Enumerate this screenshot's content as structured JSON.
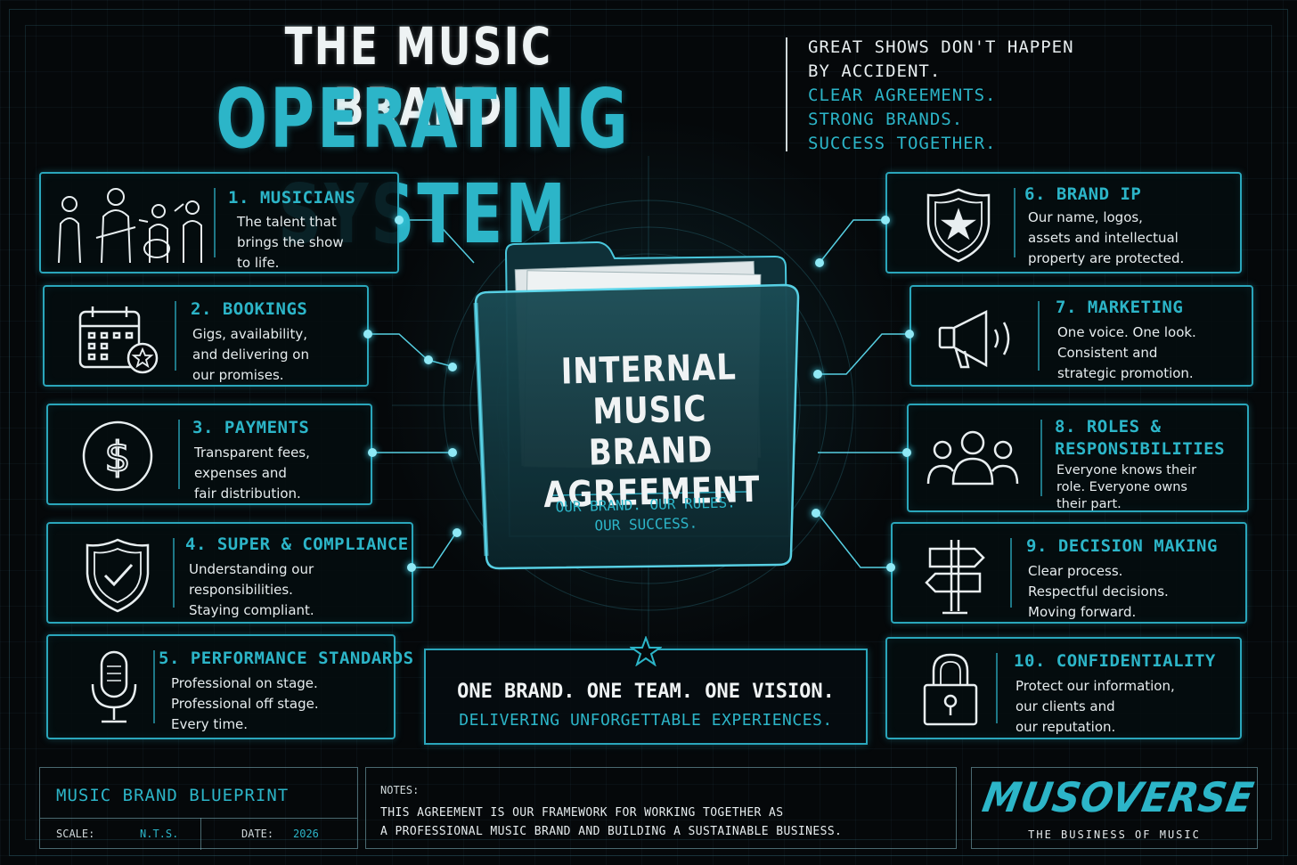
{
  "header": {
    "title_line1": "THE MUSIC BRAND",
    "title_line2": "OPERATING SYSTEM",
    "tagline_white": [
      "GREAT SHOWS DON'T HAPPEN",
      "BY ACCIDENT."
    ],
    "tagline_teal": [
      "CLEAR AGREEMENTS.",
      "STRONG BRANDS.",
      "SUCCESS TOGETHER."
    ]
  },
  "center": {
    "title": [
      "INTERNAL",
      "MUSIC BRAND",
      "AGREEMENT"
    ],
    "subtitle": [
      "OUR BRAND. OUR RULES.",
      "OUR SUCCESS."
    ]
  },
  "left_cards": [
    {
      "heading": "1. MUSICIANS",
      "body": "The talent that\nbrings the show\nto life.",
      "icon": "band-silhouette-icon"
    },
    {
      "heading": "2. BOOKINGS",
      "body": "Gigs, availability,\nand delivering on\nour promises.",
      "icon": "calendar-star-icon"
    },
    {
      "heading": "3. PAYMENTS",
      "body": "Transparent fees,\nexpenses and\nfair distribution.",
      "icon": "dollar-coin-icon"
    },
    {
      "heading": "4. SUPER & COMPLIANCE",
      "body": "Understanding our\nresponsibilities.\nStaying compliant.",
      "icon": "shield-check-icon"
    },
    {
      "heading": "5. PERFORMANCE STANDARDS",
      "body": "Professional on stage.\nProfessional off stage.\nEvery time.",
      "icon": "microphone-icon"
    }
  ],
  "right_cards": [
    {
      "heading": "6. BRAND IP",
      "body": "Our name, logos,\nassets and intellectual\nproperty are protected.",
      "icon": "shield-star-icon"
    },
    {
      "heading": "7. MARKETING",
      "body": "One voice. One look.\nConsistent and\nstrategic promotion.",
      "icon": "megaphone-icon"
    },
    {
      "heading": "8. ROLES &\nRESPONSIBILITIES",
      "body": "Everyone knows their\nrole. Everyone owns\ntheir part.",
      "icon": "team-icon"
    },
    {
      "heading": "9. DECISION MAKING",
      "body": "Clear process.\nRespectful decisions.\nMoving forward.",
      "icon": "signpost-icon"
    },
    {
      "heading": "10. CONFIDENTIALITY",
      "body": "Protect our information,\nour clients and\nour reputation.",
      "icon": "padlock-icon"
    }
  ],
  "banner": {
    "line1": "ONE BRAND. ONE TEAM. ONE VISION.",
    "line2": "DELIVERING UNFORGETTABLE EXPERIENCES."
  },
  "footer": {
    "blueprint_title": "MUSIC BRAND BLUEPRINT",
    "scale_label": "SCALE:",
    "scale_value": "N.T.S.",
    "date_label": "DATE:",
    "date_value": "2026",
    "notes_label": "NOTES:",
    "notes_line1": "THIS AGREEMENT IS OUR FRAMEWORK FOR WORKING TOGETHER AS",
    "notes_line2": "A PROFESSIONAL MUSIC BRAND AND BUILDING A SUSTAINABLE BUSINESS.",
    "logo": "MUSOVERSE",
    "logo_tagline": "THE BUSINESS OF MUSIC"
  },
  "colors": {
    "accent": "#2cb5c8",
    "background": "#05080a",
    "text": "#e6ecee"
  }
}
